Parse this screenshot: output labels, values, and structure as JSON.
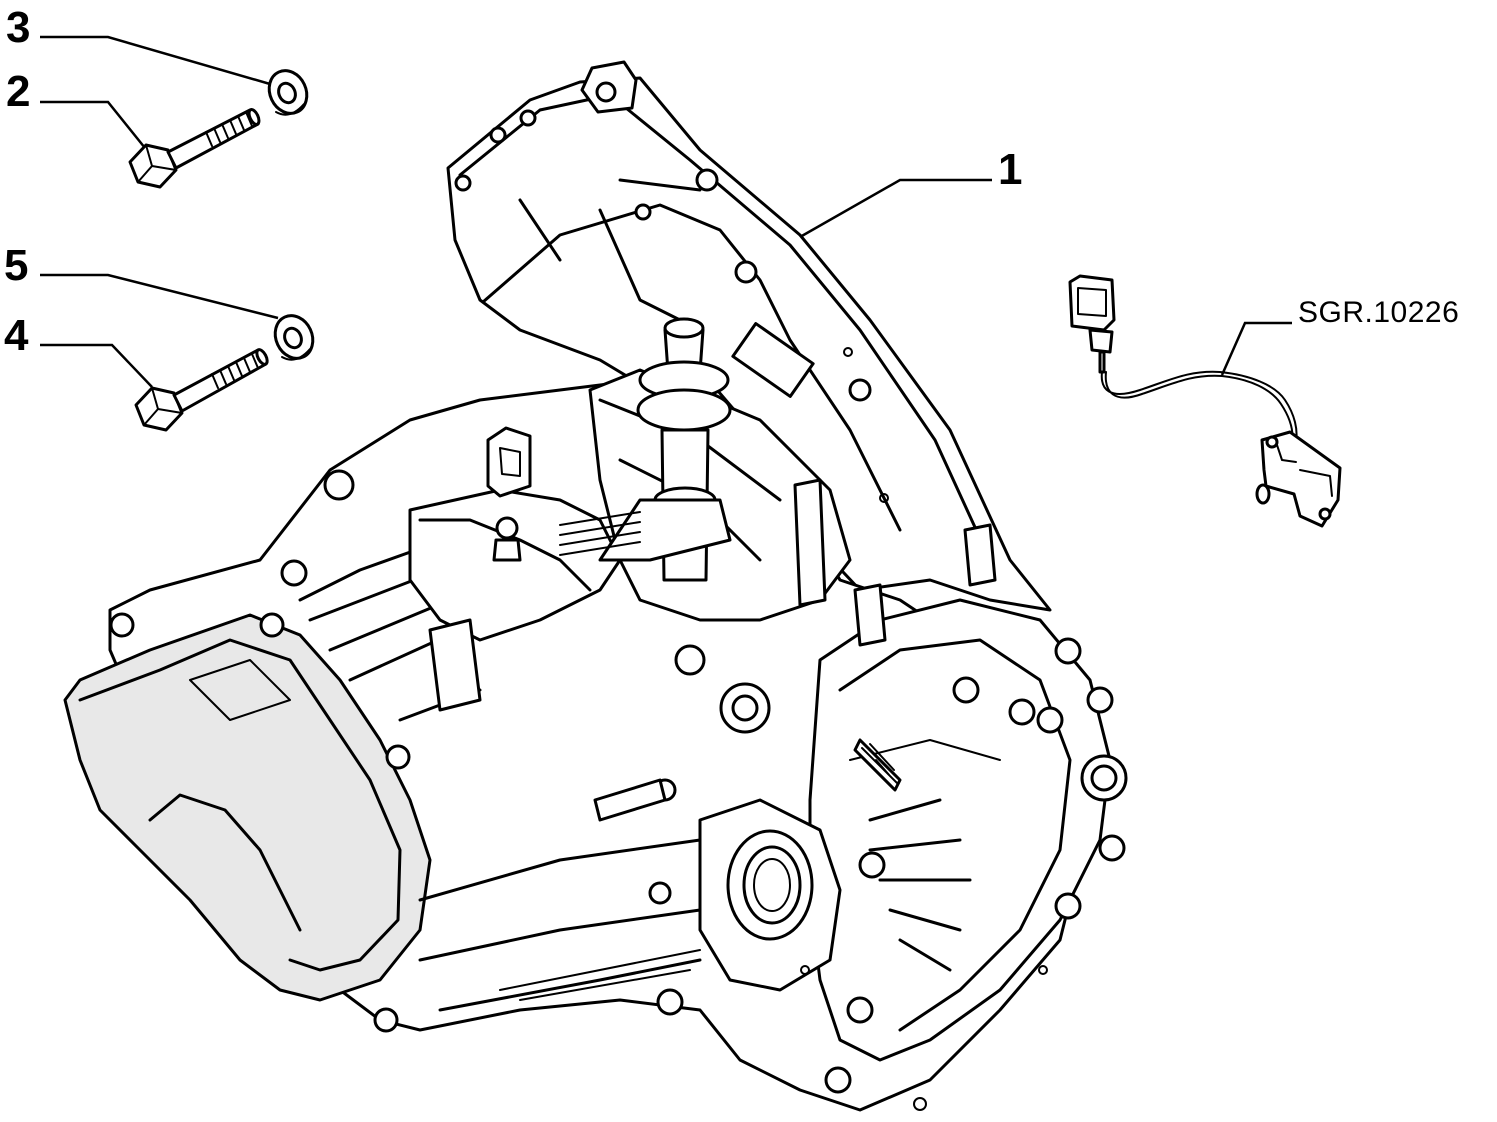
{
  "callouts": {
    "c1": "1",
    "c2": "2",
    "c3": "3",
    "c4": "4",
    "c5": "5"
  },
  "reference_code": "SGR.10226",
  "icons": {
    "gearbox": "gearbox-assembly-icon",
    "bolt_upper": "hex-bolt-icon",
    "washer_upper": "washer-icon",
    "bolt_lower": "hex-bolt-icon",
    "washer_lower": "washer-icon",
    "sensor": "speed-sensor-harness-icon"
  }
}
